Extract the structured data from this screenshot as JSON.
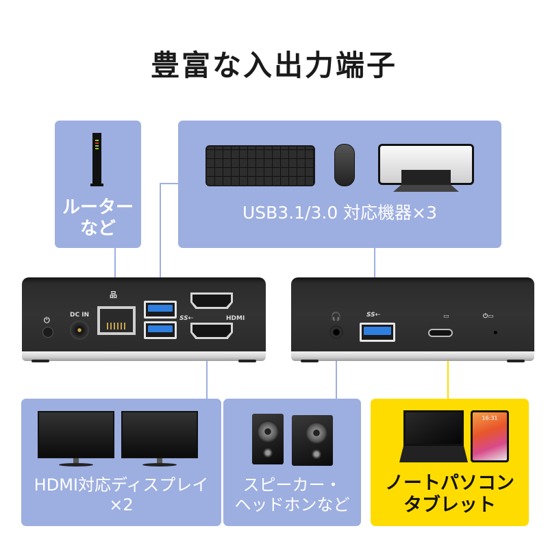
{
  "title": "豊富な入出力端子",
  "top_panels": [
    {
      "id": "router",
      "label_lines": [
        "ルーター",
        "など"
      ],
      "icon": "router-icon"
    },
    {
      "id": "usb",
      "label": "USB3.1/3.0 対応機器×3",
      "icons": [
        "keyboard-icon",
        "mouse-icon",
        "printer-icon"
      ]
    }
  ],
  "bottom_panels": [
    {
      "id": "displays",
      "label_lines": [
        "HDMI対応ディスプレイ",
        "×2"
      ],
      "icon": "monitor-icon"
    },
    {
      "id": "audio",
      "label_lines": [
        "スピーカー・",
        "ヘッドホンなど"
      ],
      "icon": "speaker-icon"
    },
    {
      "id": "host",
      "label_lines": [
        "ノートパソコン",
        "タブレット"
      ],
      "icons": [
        "laptop-icon",
        "tablet-icon"
      ],
      "highlight": true
    }
  ],
  "dock_left": {
    "power_symbol": "⏻",
    "dc_in_label": "DC IN",
    "lan_symbol": "品",
    "usb_label": "SS⇠",
    "hdmi_label": "HDMI"
  },
  "dock_right": {
    "headphone_symbol": "🎧",
    "usb_label": "SS⇠",
    "usbc_symbol": "▭",
    "status_symbol": "⏻▭"
  },
  "tablet_time": "16:31",
  "colors": {
    "panel_blue": "#9daee0",
    "panel_yellow": "#ffdc00",
    "usb_blue": "#2f7fe0",
    "dock_body": "#2e2e2e"
  }
}
